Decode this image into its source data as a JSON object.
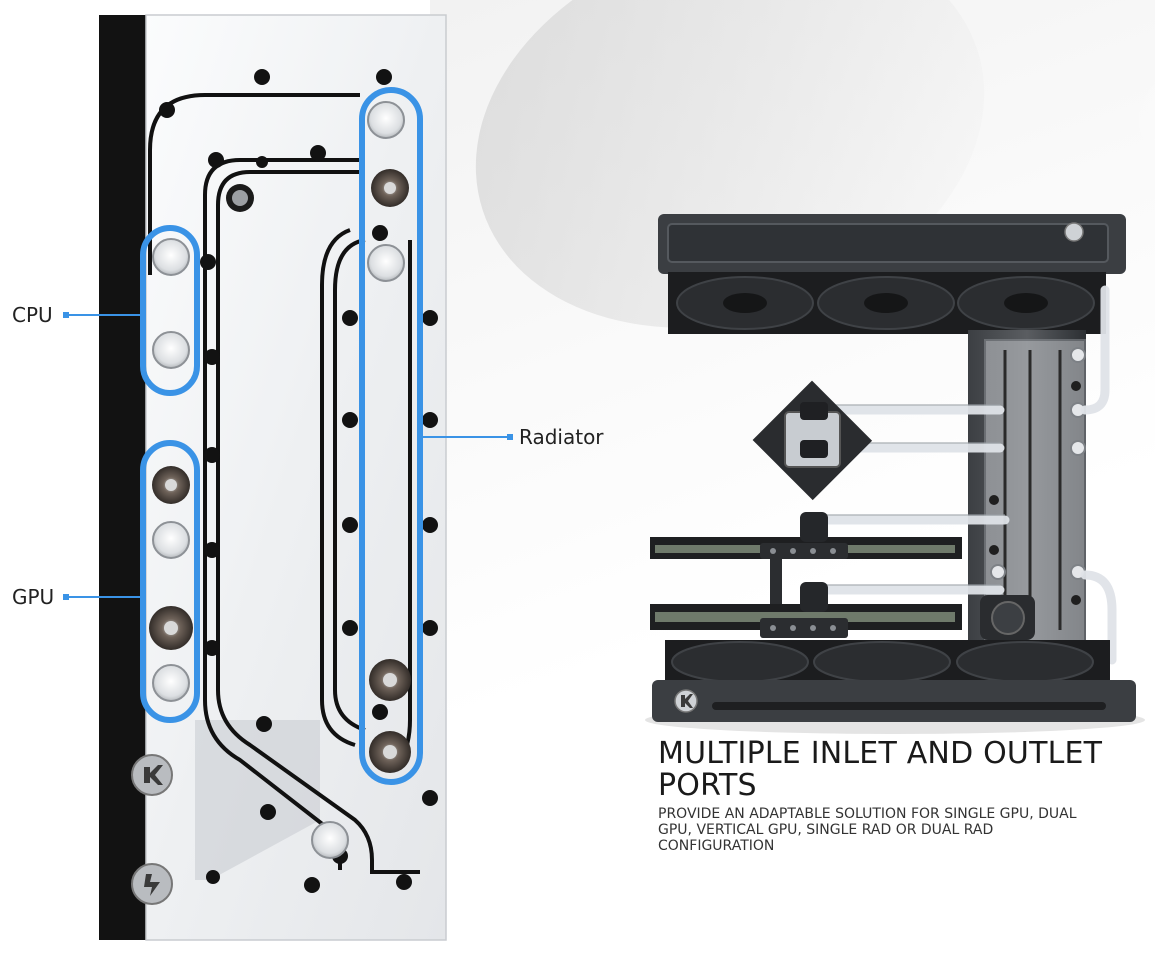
{
  "callouts": {
    "cpu": "CPU",
    "gpu": "GPU",
    "radiator": "Radiator"
  },
  "feature": {
    "title": "MULTIPLE INLET AND OUTLET PORTS",
    "description": "PROVIDE AN ADAPTABLE SOLUTION FOR SINGLE GPU, DUAL GPU, VERTICAL GPU, SINGLE RAD OR DUAL RAD CONFIGURATION"
  },
  "colors": {
    "highlight": "#3a93e6",
    "plate_frame": "#111111",
    "acrylic": "#f1f3f5"
  },
  "icons": {
    "logo_badge": "ek-logo-icon",
    "logo_badge_alt": "lightning-logo-icon"
  }
}
